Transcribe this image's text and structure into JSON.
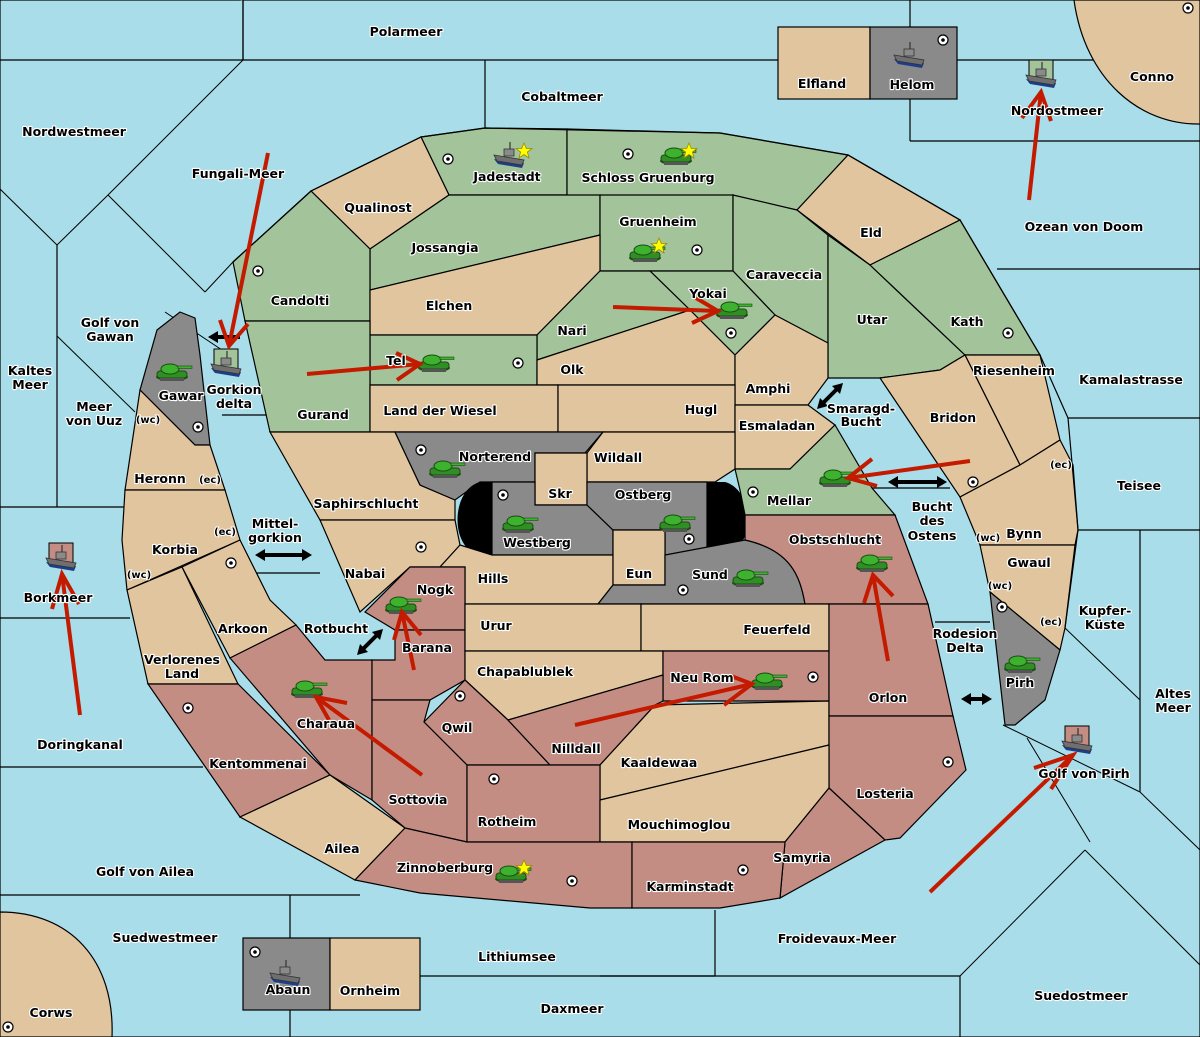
{
  "title": "Diplomacy-style map",
  "colors": {
    "sea": "#a8dde9",
    "neutral": "#e1c59e",
    "green_power": "#a3c49a",
    "red_power": "#c48d84",
    "gray_power": "#8a8a8a",
    "order_arrow": "#c41a00",
    "star": "#ffff00"
  },
  "sea_labels": [
    {
      "id": "polarmeer",
      "text": "Polarmeer"
    },
    {
      "id": "cobaltmeer",
      "text": "Cobaltmeer"
    },
    {
      "id": "nordwestmeer",
      "text": "Nordwestmeer"
    },
    {
      "id": "fungali",
      "text": "Fungali-Meer"
    },
    {
      "id": "nordostmeer",
      "text": "Nordostmeer"
    },
    {
      "id": "ozean",
      "text": "Ozean von Doom"
    },
    {
      "id": "golf-gawan-1",
      "text": "Golf von"
    },
    {
      "id": "golf-gawan-2",
      "text": "Gawan"
    },
    {
      "id": "kaltes-1",
      "text": "Kaltes"
    },
    {
      "id": "kaltes-2",
      "text": "Meer"
    },
    {
      "id": "uuz-1",
      "text": "Meer"
    },
    {
      "id": "uuz-2",
      "text": "von Uuz"
    },
    {
      "id": "gorkion-1",
      "text": "Gorkion"
    },
    {
      "id": "gorkion-2",
      "text": "delta"
    },
    {
      "id": "mittel-1",
      "text": "Mittel-"
    },
    {
      "id": "mittel-2",
      "text": "gorkion"
    },
    {
      "id": "borkmeer",
      "text": "Borkmeer"
    },
    {
      "id": "doringkanal",
      "text": "Doringkanal"
    },
    {
      "id": "rotbucht",
      "text": "Rotbucht"
    },
    {
      "id": "golf-ailea",
      "text": "Golf von Ailea"
    },
    {
      "id": "suedwestmeer",
      "text": "Suedwestmeer"
    },
    {
      "id": "lithiumsee",
      "text": "Lithiumsee"
    },
    {
      "id": "daxmeer",
      "text": "Daxmeer"
    },
    {
      "id": "froidevaux",
      "text": "Froidevaux-Meer"
    },
    {
      "id": "suedostmeer",
      "text": "Suedostmeer"
    },
    {
      "id": "golf-pirh",
      "text": "Golf von Pirh"
    },
    {
      "id": "altes-1",
      "text": "Altes"
    },
    {
      "id": "altes-2",
      "text": "Meer"
    },
    {
      "id": "kupfer-1",
      "text": "Kupfer-"
    },
    {
      "id": "kupfer-2",
      "text": "Küste"
    },
    {
      "id": "teisee",
      "text": "Teisee"
    },
    {
      "id": "kamalastrasse",
      "text": "Kamalastrasse"
    },
    {
      "id": "rodesion-1",
      "text": "Rodesion"
    },
    {
      "id": "rodesion-2",
      "text": "Delta"
    },
    {
      "id": "bucht-1",
      "text": "Bucht"
    },
    {
      "id": "bucht-2",
      "text": "des"
    },
    {
      "id": "bucht-3",
      "text": "Ostens"
    },
    {
      "id": "smaragd-1",
      "text": "Smaragd-"
    },
    {
      "id": "smaragd-2",
      "text": "Bucht"
    }
  ],
  "land_labels": [
    {
      "id": "elfland",
      "text": "Elfland"
    },
    {
      "id": "helom",
      "text": "Helom"
    },
    {
      "id": "conno",
      "text": "Conno"
    },
    {
      "id": "jadestadt",
      "text": "Jadestadt"
    },
    {
      "id": "schloss",
      "text": "Schloss Gruenburg"
    },
    {
      "id": "qualinost",
      "text": "Qualinost"
    },
    {
      "id": "jossangia",
      "text": "Jossangia"
    },
    {
      "id": "gruenheim",
      "text": "Gruenheim"
    },
    {
      "id": "eld",
      "text": "Eld"
    },
    {
      "id": "candolti",
      "text": "Candolti"
    },
    {
      "id": "elchen",
      "text": "Elchen"
    },
    {
      "id": "caraveccia",
      "text": "Caraveccia"
    },
    {
      "id": "yokai",
      "text": "Yokai"
    },
    {
      "id": "nari",
      "text": "Nari"
    },
    {
      "id": "utar",
      "text": "Utar"
    },
    {
      "id": "kath",
      "text": "Kath"
    },
    {
      "id": "tel",
      "text": "Tel"
    },
    {
      "id": "olk",
      "text": "Olk"
    },
    {
      "id": "amphi",
      "text": "Amphi"
    },
    {
      "id": "riesenheim",
      "text": "Riesenheim"
    },
    {
      "id": "gawar",
      "text": "Gawar"
    },
    {
      "id": "gurand",
      "text": "Gurand"
    },
    {
      "id": "wiesel",
      "text": "Land der Wiesel"
    },
    {
      "id": "hugl",
      "text": "Hugl"
    },
    {
      "id": "esmaladan",
      "text": "Esmaladan"
    },
    {
      "id": "bridon",
      "text": "Bridon"
    },
    {
      "id": "heronn",
      "text": "Heronn"
    },
    {
      "id": "norterend",
      "text": "Norterend"
    },
    {
      "id": "wildall",
      "text": "Wildall"
    },
    {
      "id": "skr",
      "text": "Skr"
    },
    {
      "id": "ostberg",
      "text": "Ostberg"
    },
    {
      "id": "mellar",
      "text": "Mellar"
    },
    {
      "id": "saphir",
      "text": "Saphirschlucht"
    },
    {
      "id": "westberg",
      "text": "Westberg"
    },
    {
      "id": "obstschlucht",
      "text": "Obstschlucht"
    },
    {
      "id": "bynn",
      "text": "Bynn"
    },
    {
      "id": "korbia",
      "text": "Korbia"
    },
    {
      "id": "nabai",
      "text": "Nabai"
    },
    {
      "id": "hills",
      "text": "Hills"
    },
    {
      "id": "eun",
      "text": "Eun"
    },
    {
      "id": "sund",
      "text": "Sund"
    },
    {
      "id": "gwaul",
      "text": "Gwaul"
    },
    {
      "id": "nogk",
      "text": "Nogk"
    },
    {
      "id": "arkoon",
      "text": "Arkoon"
    },
    {
      "id": "urur",
      "text": "Urur"
    },
    {
      "id": "feuerfeld",
      "text": "Feuerfeld"
    },
    {
      "id": "barana",
      "text": "Barana"
    },
    {
      "id": "verlorenes-1",
      "text": "Verlorenes"
    },
    {
      "id": "verlorenes-2",
      "text": "Land"
    },
    {
      "id": "chapablublek",
      "text": "Chapablublek"
    },
    {
      "id": "neurom",
      "text": "Neu Rom"
    },
    {
      "id": "orlon",
      "text": "Orlon"
    },
    {
      "id": "pirh",
      "text": "Pirh"
    },
    {
      "id": "charaua",
      "text": "Charaua"
    },
    {
      "id": "qwil",
      "text": "Qwil"
    },
    {
      "id": "nilldall",
      "text": "Nilldall"
    },
    {
      "id": "kentommenai",
      "text": "Kentommenai"
    },
    {
      "id": "kaaldewaa",
      "text": "Kaaldewaa"
    },
    {
      "id": "losteria",
      "text": "Losteria"
    },
    {
      "id": "sottovia",
      "text": "Sottovia"
    },
    {
      "id": "rotheim",
      "text": "Rotheim"
    },
    {
      "id": "mouchimoglou",
      "text": "Mouchimoglou"
    },
    {
      "id": "ailea",
      "text": "Ailea"
    },
    {
      "id": "samyria",
      "text": "Samyria"
    },
    {
      "id": "zinnoberburg",
      "text": "Zinnoberburg"
    },
    {
      "id": "karminstadt",
      "text": "Karminstadt"
    },
    {
      "id": "abaun",
      "text": "Abaun"
    },
    {
      "id": "ornheim",
      "text": "Ornheim"
    },
    {
      "id": "corws",
      "text": "Corws"
    }
  ],
  "coast_labels": {
    "wc": "(wc)",
    "ec": "(ec)"
  },
  "units": {
    "army": "tank-icon",
    "fleet": "ship-icon",
    "capital_marker": "star-icon",
    "supply_center": "supply-center-icon"
  }
}
